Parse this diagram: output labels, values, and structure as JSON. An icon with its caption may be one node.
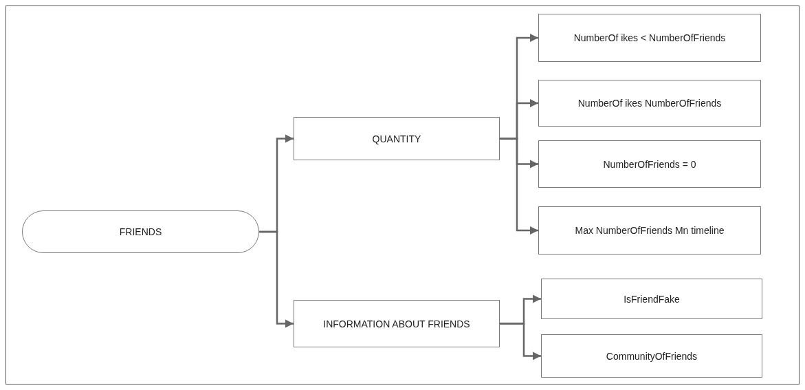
{
  "diagram": {
    "nodes": [
      {
        "text": [
          "FRIENDS"
        ]
      },
      {
        "text": [
          "QUANTITY"
        ]
      },
      {
        "text": [
          "INFORMATION ABOUT FRIENDS"
        ]
      },
      {
        "text": [
          "NumberOf ikes < NumberOfFriends"
        ]
      },
      {
        "text": [
          "NumberOf ikes NumberOfFriends"
        ]
      },
      {
        "text": [
          "NumberOfFriends = 0"
        ]
      },
      {
        "text": [
          "Max NumberOfFriends Mn timeline"
        ]
      },
      {
        "text": [
          "IsFriendFake"
        ]
      },
      {
        "text": [
          "CommunityOfFriends"
        ]
      }
    ],
    "edges": [
      {
        "from": 0,
        "to": 1,
        "arrow": "to"
      },
      {
        "from": 0,
        "to": 2,
        "arrow": "to"
      },
      {
        "from": 1,
        "to": 3,
        "arrow": "to"
      },
      {
        "from": 1,
        "to": 4,
        "arrow": "to"
      },
      {
        "from": 1,
        "to": 5,
        "arrow": "to"
      },
      {
        "from": 1,
        "to": 6,
        "arrow": "to"
      },
      {
        "from": 2,
        "to": 7,
        "arrow": "to"
      },
      {
        "from": 2,
        "to": 8,
        "arrow": "to"
      }
    ]
  }
}
